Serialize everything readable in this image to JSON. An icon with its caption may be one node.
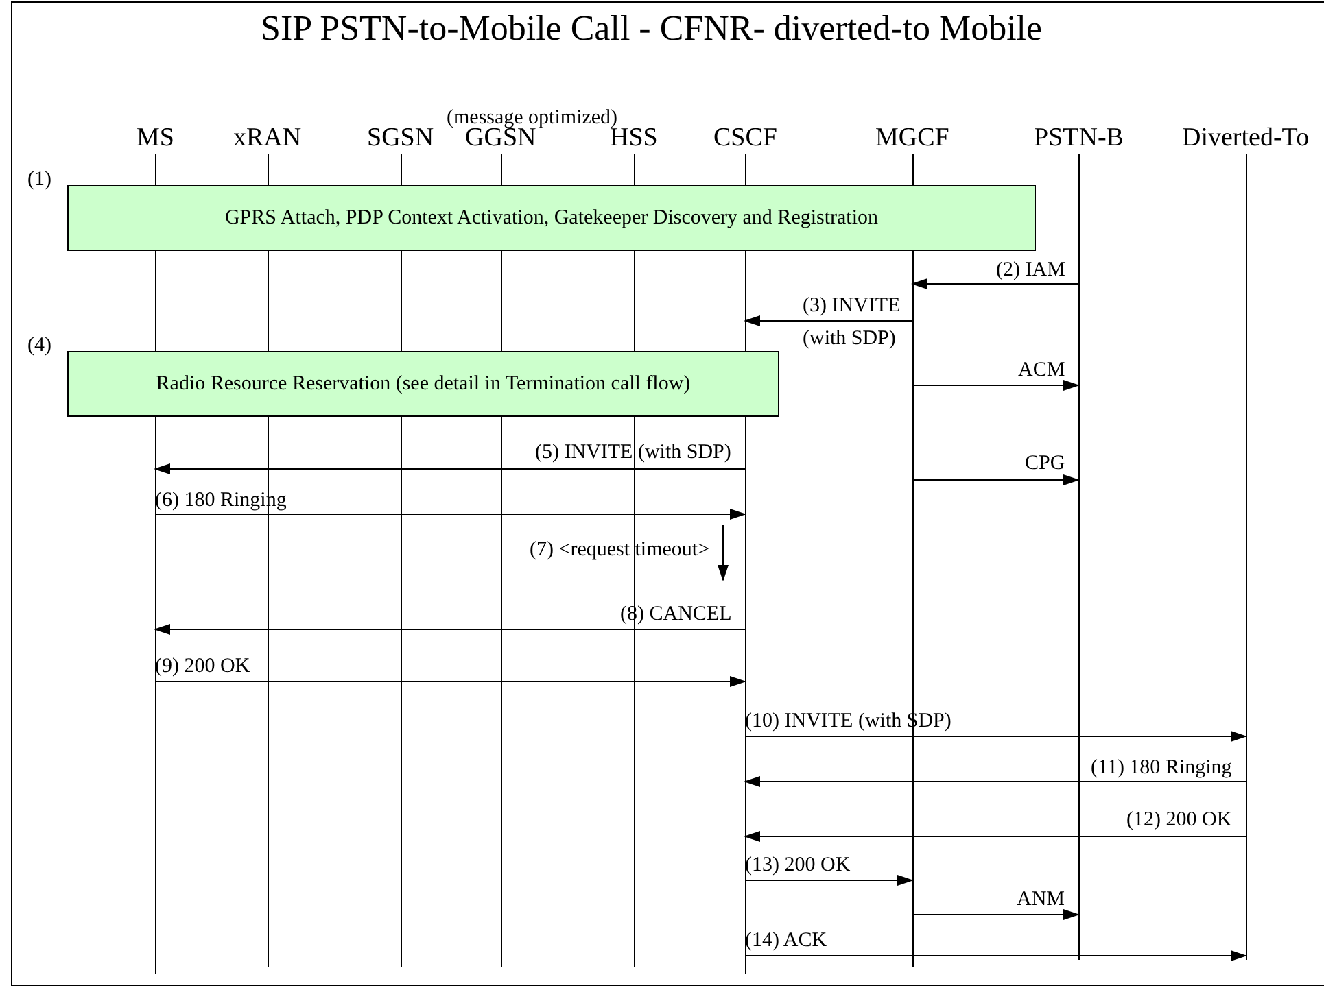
{
  "diagram": {
    "title": "SIP PSTN-to-Mobile Call - CFNR- diverted-to Mobile",
    "nodes": [
      {
        "text": [
          "MS"
        ]
      },
      {
        "text": [
          "xRAN"
        ]
      },
      {
        "text": [
          "SGSN"
        ]
      },
      {
        "text": [
          "GGSN"
        ]
      },
      {
        "text": [
          "HSS"
        ]
      },
      {
        "text": [
          "CSCF"
        ]
      },
      {
        "text": [
          "MGCF"
        ]
      },
      {
        "text": [
          "PSTN-B"
        ]
      },
      {
        "text": [
          "Diverted-To"
        ]
      },
      {
        "text": [
          "GPRS Attach, PDP Context Activation, Gatekeeper Discovery and Registration"
        ],
        "beside": [
          "(1)"
        ]
      },
      {
        "text": [
          "Radio Resource Reservation (see detail in Termination call flow)"
        ],
        "beside": [
          "(4)"
        ]
      }
    ],
    "edges": [
      {
        "from": 7,
        "to": 6,
        "arrow": "to",
        "label": "(2) IAM"
      },
      {
        "from": 6,
        "to": 5,
        "arrow": "to",
        "label": "(3) INVITE (with SDP)"
      },
      {
        "from": 6,
        "to": 7,
        "arrow": "to",
        "label": "ACM"
      },
      {
        "from": 5,
        "to": 0,
        "arrow": "to",
        "label": "(5) INVITE (with SDP)"
      },
      {
        "from": 6,
        "to": 7,
        "arrow": "to",
        "label": "CPG"
      },
      {
        "from": 0,
        "to": 5,
        "arrow": "to",
        "label": "(6) 180 Ringing"
      },
      {
        "from": 5,
        "to": 0,
        "arrow": "to",
        "label": "(8) CANCEL"
      },
      {
        "from": 0,
        "to": 5,
        "arrow": "to",
        "label": "(9) 200 OK"
      },
      {
        "from": 5,
        "to": 8,
        "arrow": "to",
        "label": "(10) INVITE (with SDP)"
      },
      {
        "from": 8,
        "to": 5,
        "arrow": "to",
        "label": "(11) 180 Ringing"
      },
      {
        "from": 8,
        "to": 5,
        "arrow": "to",
        "label": "(12) 200 OK"
      },
      {
        "from": 5,
        "to": 6,
        "arrow": "to",
        "label": "(13) 200 OK"
      },
      {
        "from": 6,
        "to": 7,
        "arrow": "to",
        "label": "ANM"
      },
      {
        "from": 5,
        "to": 8,
        "arrow": "to",
        "label": "(14) ACK"
      }
    ],
    "labels": [
      "(message optimized)",
      "(7) <request timeout>"
    ]
  }
}
